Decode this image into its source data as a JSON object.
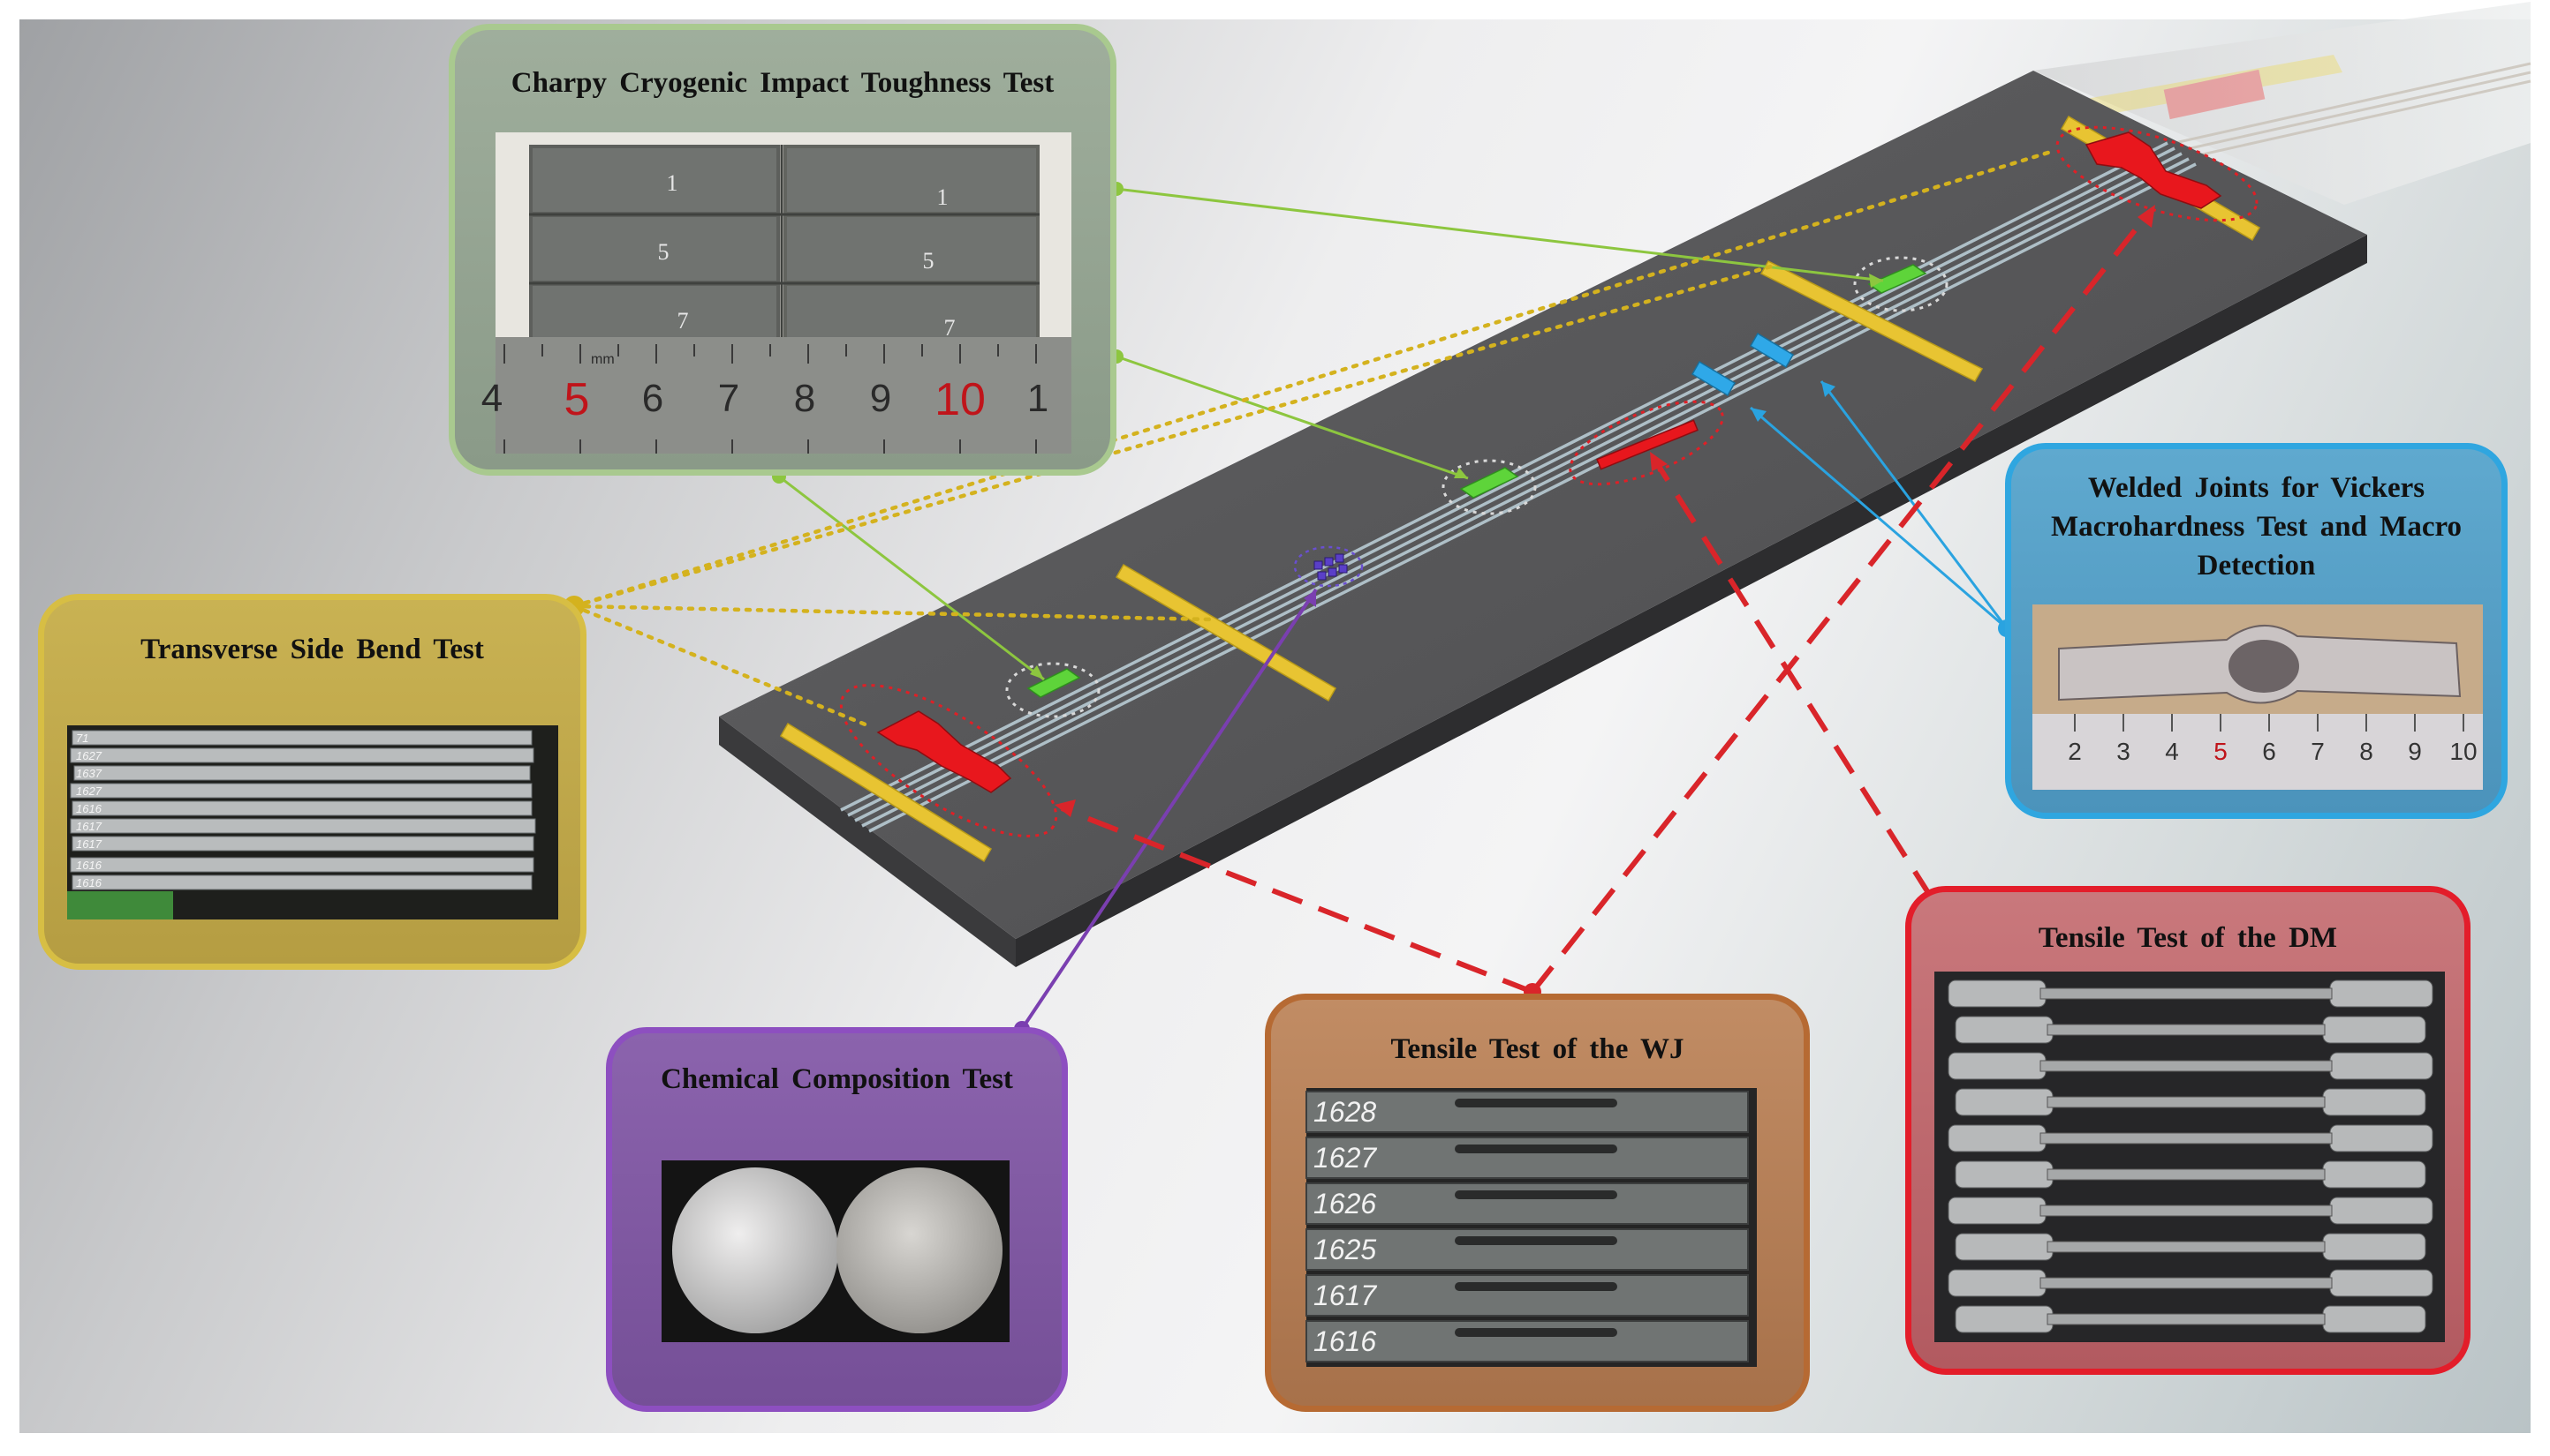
{
  "panels": {
    "charpy": {
      "title": "Charpy  Cryogenic  Impact  Toughness  Test",
      "numbers": [
        "1",
        "5",
        "7",
        "1",
        "5",
        "7"
      ],
      "ruler": [
        "4",
        "5",
        "6",
        "7",
        "8",
        "9",
        "10",
        "1"
      ],
      "ruler_unit": "mm"
    },
    "bend": {
      "title": "Transverse Side Bend Test",
      "labels": [
        "71",
        "1627",
        "1637",
        "1627",
        "1616",
        "1617",
        "1617",
        "1616",
        "1616"
      ]
    },
    "vickers": {
      "title": "Welded Joints for Vickers Macrohardness Test and Macro Detection",
      "title_lines": [
        "Welded Joints for Vickers",
        "Macrohardness Test and Macro",
        "Detection"
      ],
      "ruler": [
        "2",
        "3",
        "4",
        "5",
        "6",
        "7",
        "8",
        "9",
        "10"
      ]
    },
    "chem": {
      "title": "Chemical  Composition  Test"
    },
    "wj": {
      "title": "Tensile Test of the WJ",
      "labels": [
        "1628",
        "1627",
        "1626",
        "1625",
        "1617",
        "1616"
      ]
    },
    "dm": {
      "title": "Tensile Test of the DM"
    }
  },
  "colors": {
    "charpy": "#8dc63f",
    "bend": "#d4b21e",
    "vickers": "#2aa3e0",
    "chem": "#7a3fb0",
    "tensile": "#d9252a",
    "plate_top": "#5a5a5c",
    "weld": "#a9bcc4"
  }
}
